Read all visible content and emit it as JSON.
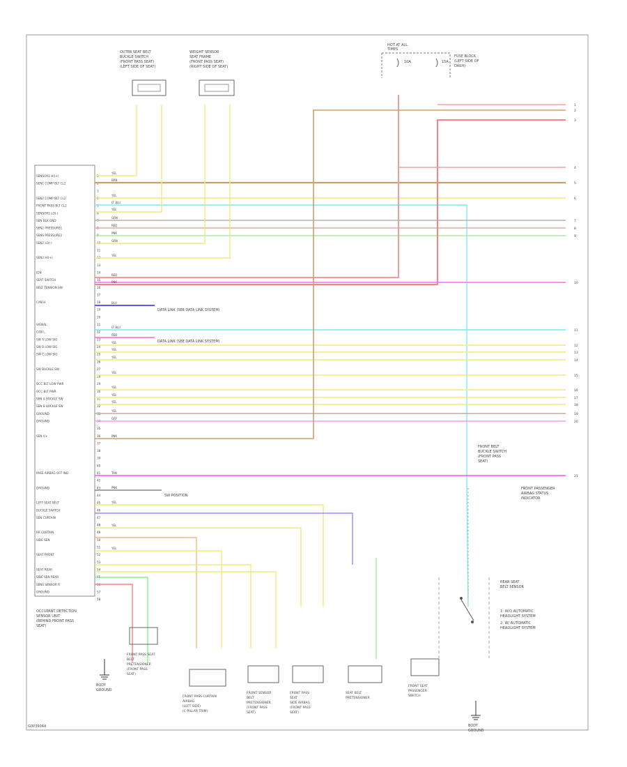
{
  "diagram": {
    "module_name": [
      "OCCUPANT DETECTION",
      "SENSOR UNIT",
      "(BEHIND FRONT PASS",
      "SEAT)"
    ],
    "pin_labels": [
      "SENSOR1 HI(+)",
      "SEN1 COMP BLT CL2",
      "",
      "SEN2 COMP BLT CL2",
      "FRONT PASS BLT CL2",
      "SENSOR1 LO(-)",
      "SEN BLK GND",
      "SEN2 PRESSURE1",
      "SENS PRESSURE2",
      "SEN2 LO(-)",
      "",
      "SEN2 HI(+)",
      "",
      "IGN",
      "SEAT SWITCH",
      "BELT TENSION SW",
      "",
      "CAN H",
      "",
      "",
      "SIGNAL",
      "CAN L",
      "SW A LOW SIG",
      "SW B LOW SIG",
      "SW C LOW SIG",
      "",
      "SW BUCKLE SW",
      "",
      "OCC BLT LOW PWR",
      "OCC BLT PWR",
      "SEN A BUCKLE SW",
      "SEN B BUCKLE SW",
      "GROUND",
      "GROUND",
      "",
      "SEN V+",
      "",
      "",
      "",
      "",
      "PASS AIRBAG OFF IND",
      "",
      "GROUND",
      "",
      "LEFT SEAT BELT",
      "BUCKLE SWITCH",
      "SEN CURTAIN",
      "",
      "RR CURTAIN",
      "SIDE SEN",
      "",
      "SEAT FRONT",
      "",
      "SEAT REAR",
      "SIDE SEN REAR",
      "SENS SENSOR R",
      "GROUND",
      ""
    ],
    "pin_numbers": [
      "1",
      "2",
      "3",
      "4",
      "5",
      "6",
      "7",
      "8",
      "9",
      "10",
      "11",
      "12",
      "13",
      "14",
      "15",
      "16",
      "17",
      "18",
      "19",
      "20",
      "21",
      "22",
      "23",
      "24",
      "25",
      "26",
      "27",
      "28",
      "29",
      "30",
      "31",
      "32",
      "33",
      "34",
      "35",
      "36",
      "37",
      "38",
      "39",
      "40",
      "41",
      "42",
      "43",
      "44",
      "45",
      "46",
      "47",
      "48",
      "49",
      "50",
      "51",
      "52",
      "53",
      "54",
      "55",
      "56",
      "57",
      "58"
    ],
    "top_components": {
      "sensor_left": [
        "OUTER SEAT BELT",
        "BUCKLE SWITCH",
        "(FRONT PASS SEAT)",
        "(LEFT SIDE OF SEAT)"
      ],
      "sensor_right": [
        "WEIGHT SENSOR",
        "SEAT FRAME",
        "(FRONT PASS SEAT)",
        "(RIGHT SIDE OF SEAT)"
      ],
      "hot_at_all_times": [
        "HOT AT ALL",
        "TIMES"
      ],
      "fuse_a": "10A",
      "fuse_b": "15A",
      "fuse_block_label": [
        "FUSE BLOCK",
        "(LEFT SIDE OF",
        "DASH)"
      ]
    },
    "wire_labels": [
      "YEL",
      "BRN",
      "YEL",
      "LT BLU",
      "YEL",
      "GRN",
      "RED",
      "PNK",
      "GRN",
      "YEL",
      "RED",
      "PNK",
      "BLU",
      "LT BLU",
      "RED",
      "YEL",
      "YEL",
      "YEL",
      "YEL",
      "YEL",
      "YEL",
      "YEL",
      "YEL",
      "GRY",
      "PNK",
      "TAN",
      "PNK",
      "YEL",
      "YEL",
      "YEL"
    ],
    "right_refs": [
      "1",
      "2",
      "3",
      "4",
      "5",
      "6",
      "7",
      "8",
      "9",
      "10",
      "11",
      "12",
      "13",
      "14",
      "15",
      "16",
      "17",
      "18",
      "19",
      "20",
      "21"
    ],
    "branch_notes": {
      "can_h": "DATA LINK (SEE DATA LINK SYSTEM)",
      "can_l": "DATA LINK (SEE DATA LINK SYSTEM)",
      "sw_pos": "SW POSITION"
    },
    "bottom_components": [
      [
        "FRONT PASS SEAT",
        "BELT",
        "PRETENSIONER",
        "(FRONT PASS",
        "SEAT)"
      ],
      [
        "FRONT PASS CURTAIN",
        "AIRBAG",
        "(LEFT SIDE)",
        "(C-PILLAR TRIM)"
      ],
      [
        "FRONT SENSOR",
        "BELT",
        "PRETENSIONER",
        "(FRONT PASS",
        "SEAT)"
      ],
      [
        "FRONT PASS",
        "SEAT",
        "SIDE AIRBAG",
        "(FRONT PASS",
        "SEAT)"
      ],
      [
        "SEAT BELT",
        "PRETENSIONER"
      ],
      [
        "FRONT SEAT",
        "PASSENGER",
        "SWITCH"
      ]
    ],
    "mid_labels": {
      "passenger_status": [
        "FRONT PASSENGER",
        "AIRBAG STATUS",
        "INDICATOR"
      ],
      "right_sub": [
        "FRONT BELT",
        "BUCKLE SWITCH",
        "(FRONT PASS",
        "SEAT)"
      ],
      "notes": [
        "1: W/O AUTOMATIC",
        "   HEADLIGHT SYSTEM",
        "2: W/ AUTOMATIC",
        "   HEADLIGHT SYSTEM"
      ],
      "ground_left": [
        "BODY",
        "GROUND"
      ],
      "ground_right": [
        "BODY",
        "GROUND"
      ],
      "rear_sub": [
        "REAR SEAT",
        "BELT SENSOR"
      ]
    },
    "footer_code": "G0039044"
  }
}
